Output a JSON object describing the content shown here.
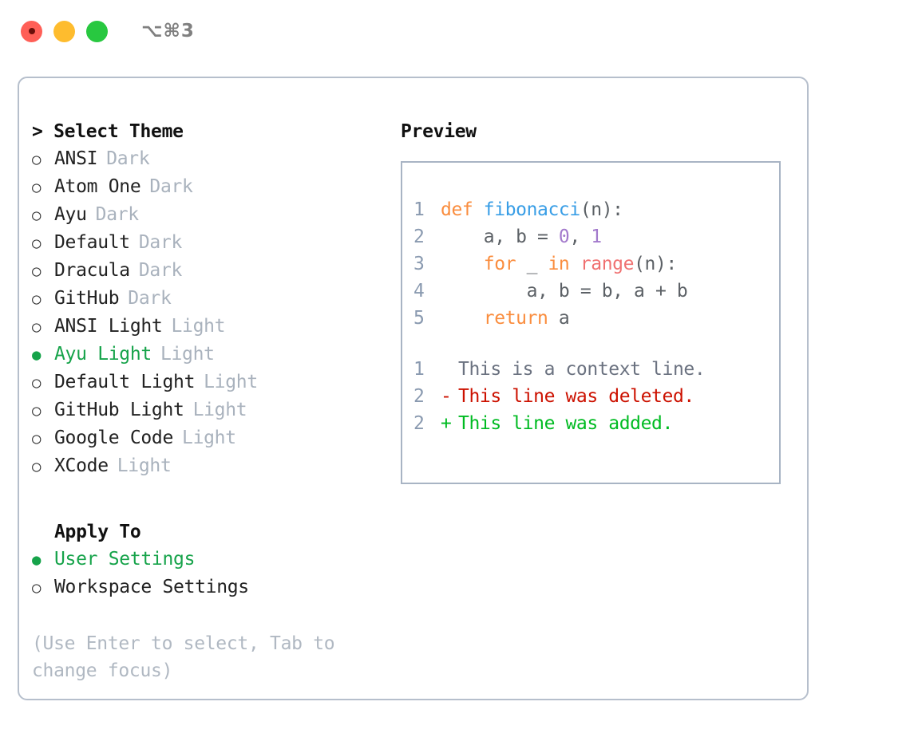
{
  "window": {
    "shortcut": "⌥⌘3",
    "traffic_lights": [
      "close",
      "minimize",
      "maximize"
    ]
  },
  "theme_panel": {
    "header": "> Select Theme",
    "items": [
      {
        "label": "ANSI",
        "variant": "Dark",
        "selected": false,
        "bullet": "○"
      },
      {
        "label": "Atom One",
        "variant": "Dark",
        "selected": false,
        "bullet": "○"
      },
      {
        "label": "Ayu",
        "variant": "Dark",
        "selected": false,
        "bullet": "○"
      },
      {
        "label": "Default",
        "variant": "Dark",
        "selected": false,
        "bullet": "○"
      },
      {
        "label": "Dracula",
        "variant": "Dark",
        "selected": false,
        "bullet": "○"
      },
      {
        "label": "GitHub",
        "variant": "Dark",
        "selected": false,
        "bullet": "○"
      },
      {
        "label": "ANSI Light",
        "variant": "Light",
        "selected": false,
        "bullet": "○"
      },
      {
        "label": "Ayu Light",
        "variant": "Light",
        "selected": true,
        "bullet": "●"
      },
      {
        "label": "Default Light",
        "variant": "Light",
        "selected": false,
        "bullet": "○"
      },
      {
        "label": "GitHub Light",
        "variant": "Light",
        "selected": false,
        "bullet": "○"
      },
      {
        "label": "Google Code",
        "variant": "Light",
        "selected": false,
        "bullet": "○"
      },
      {
        "label": "XCode",
        "variant": "Light",
        "selected": false,
        "bullet": "○"
      }
    ]
  },
  "apply_to": {
    "header": "Apply To",
    "items": [
      {
        "label": "User Settings",
        "selected": true,
        "bullet": "●"
      },
      {
        "label": "Workspace Settings",
        "selected": false,
        "bullet": "○"
      }
    ]
  },
  "hint": "(Use Enter to select, Tab to change focus)",
  "preview": {
    "title": "Preview",
    "code_lines": [
      {
        "number": "1",
        "tokens": [
          {
            "text": "def ",
            "type": "keyword"
          },
          {
            "text": "fibonacci",
            "type": "function"
          },
          {
            "text": "(n):",
            "type": "plain"
          }
        ]
      },
      {
        "number": "2",
        "tokens": [
          {
            "text": "    a, b = ",
            "type": "plain"
          },
          {
            "text": "0",
            "type": "number"
          },
          {
            "text": ", ",
            "type": "plain"
          },
          {
            "text": "1",
            "type": "number"
          }
        ]
      },
      {
        "number": "3",
        "tokens": [
          {
            "text": "    ",
            "type": "plain"
          },
          {
            "text": "for",
            "type": "keyword"
          },
          {
            "text": " _ ",
            "type": "plain"
          },
          {
            "text": "in",
            "type": "keyword"
          },
          {
            "text": " ",
            "type": "plain"
          },
          {
            "text": "range",
            "type": "builtin"
          },
          {
            "text": "(n):",
            "type": "plain"
          }
        ]
      },
      {
        "number": "4",
        "tokens": [
          {
            "text": "        a, b = b, a + b",
            "type": "plain"
          }
        ]
      },
      {
        "number": "5",
        "tokens": [
          {
            "text": "    ",
            "type": "plain"
          },
          {
            "text": "return",
            "type": "keyword"
          },
          {
            "text": " a",
            "type": "plain"
          }
        ]
      }
    ],
    "diff_lines": [
      {
        "number": "1",
        "mark": " ",
        "text": "This is a context line.",
        "type": "context"
      },
      {
        "number": "2",
        "mark": "-",
        "text": "This line was deleted.",
        "type": "deleted"
      },
      {
        "number": "2",
        "mark": "+",
        "text": "This line was added.",
        "type": "added"
      }
    ]
  },
  "colors": {
    "accent_green": "#16a34a",
    "muted": "#a9b2bd",
    "border": "#b6bfcc",
    "preview_border": "#a8b4c4",
    "kw_orange": "#fa8d3e",
    "fn_blue": "#399ee6",
    "num_purple": "#a37acc",
    "builtin_red": "#f07171",
    "diff_del": "#cc1100",
    "diff_add": "#00bb22",
    "gutter": "#8a9ab0"
  }
}
